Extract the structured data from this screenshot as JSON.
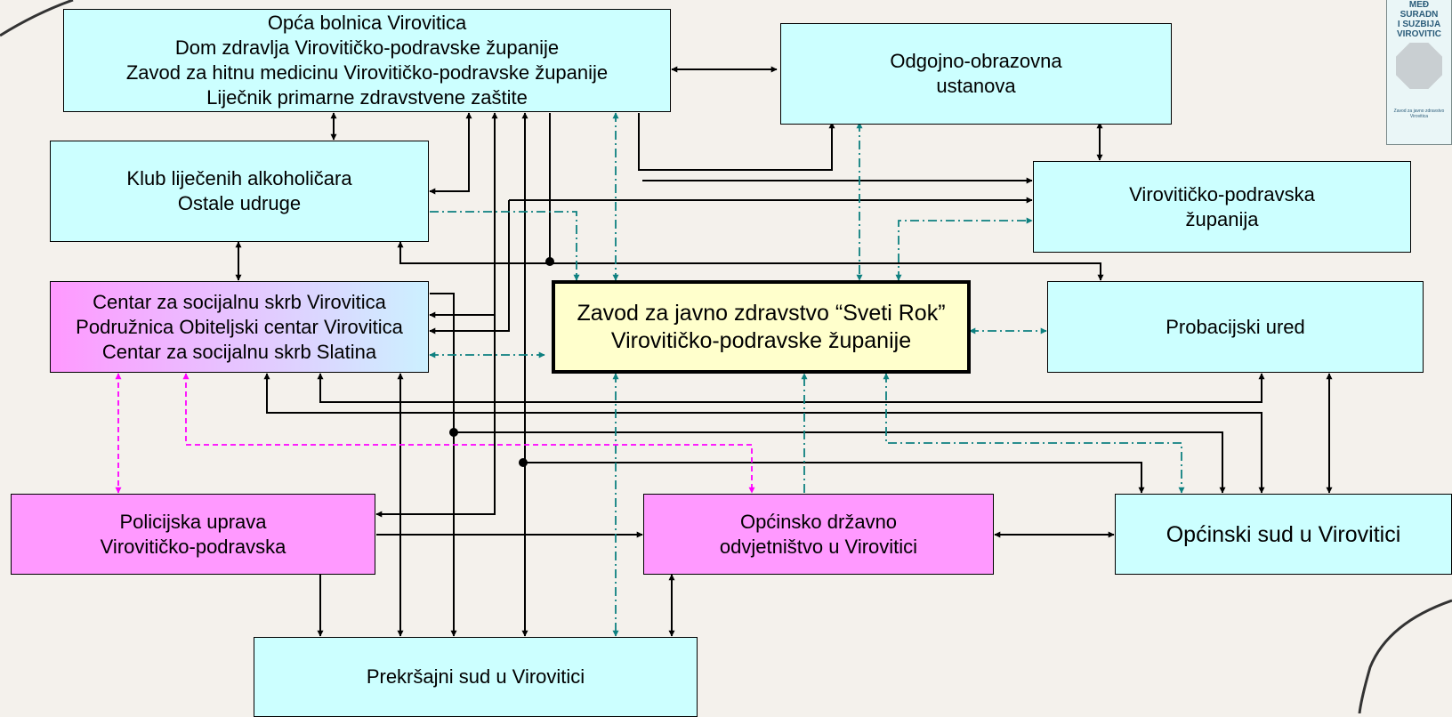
{
  "nodes": {
    "bolnica": {
      "line1": "Opća bolnica Virovitica",
      "line2": "Dom zdravlja Virovitičko-podravske županije",
      "line3": "Zavod za hitnu medicinu Virovitičko-podravske županije",
      "line4": "Liječnik primarne zdravstvene zaštite"
    },
    "odgojno": {
      "line1": "Odgojno-obrazovna",
      "line2": "ustanova"
    },
    "klub": {
      "line1": "Klub liječenih alkoholičara",
      "line2": "Ostale udruge"
    },
    "zupanija": {
      "line1": "Virovitičko-podravska",
      "line2": "županija"
    },
    "czss": {
      "line1": "Centar za socijalnu skrb Virovitica",
      "line2": "Podružnica Obiteljski centar Virovitica",
      "line3": "Centar za socijalnu skrb Slatina"
    },
    "zavod": {
      "line1": "Zavod za javno zdravstvo “Sveti Rok”",
      "line2": "Virovitičko-podravske županije"
    },
    "probacija": {
      "line1": "Probacijski ured"
    },
    "policija": {
      "line1": "Policijska uprava",
      "line2": "Virovitičko-podravska"
    },
    "odvjetnistvo": {
      "line1": "Općinsko državno",
      "line2": "odvjetništvo u Virovitici"
    },
    "opcinski_sud": {
      "line1": "Općinski sud u Virovitici"
    },
    "prekrsajni": {
      "line1": "Prekršajni sud u Virovitici"
    }
  },
  "thumbnail": {
    "line1": "MEĐ",
    "line2": "SURADN",
    "line3": "I SUZBIJA",
    "line4": "VIROVITIC",
    "footer": "Zavod za javno zdravstvo Virovitica"
  },
  "colors": {
    "cyan_box": "#ccffff",
    "pink_box": "#ff99ff",
    "main_box": "#ffffcc",
    "teal_dashdot": "#0e8080",
    "magenta_dashed": "#ff00ff",
    "black_line": "#000000"
  }
}
